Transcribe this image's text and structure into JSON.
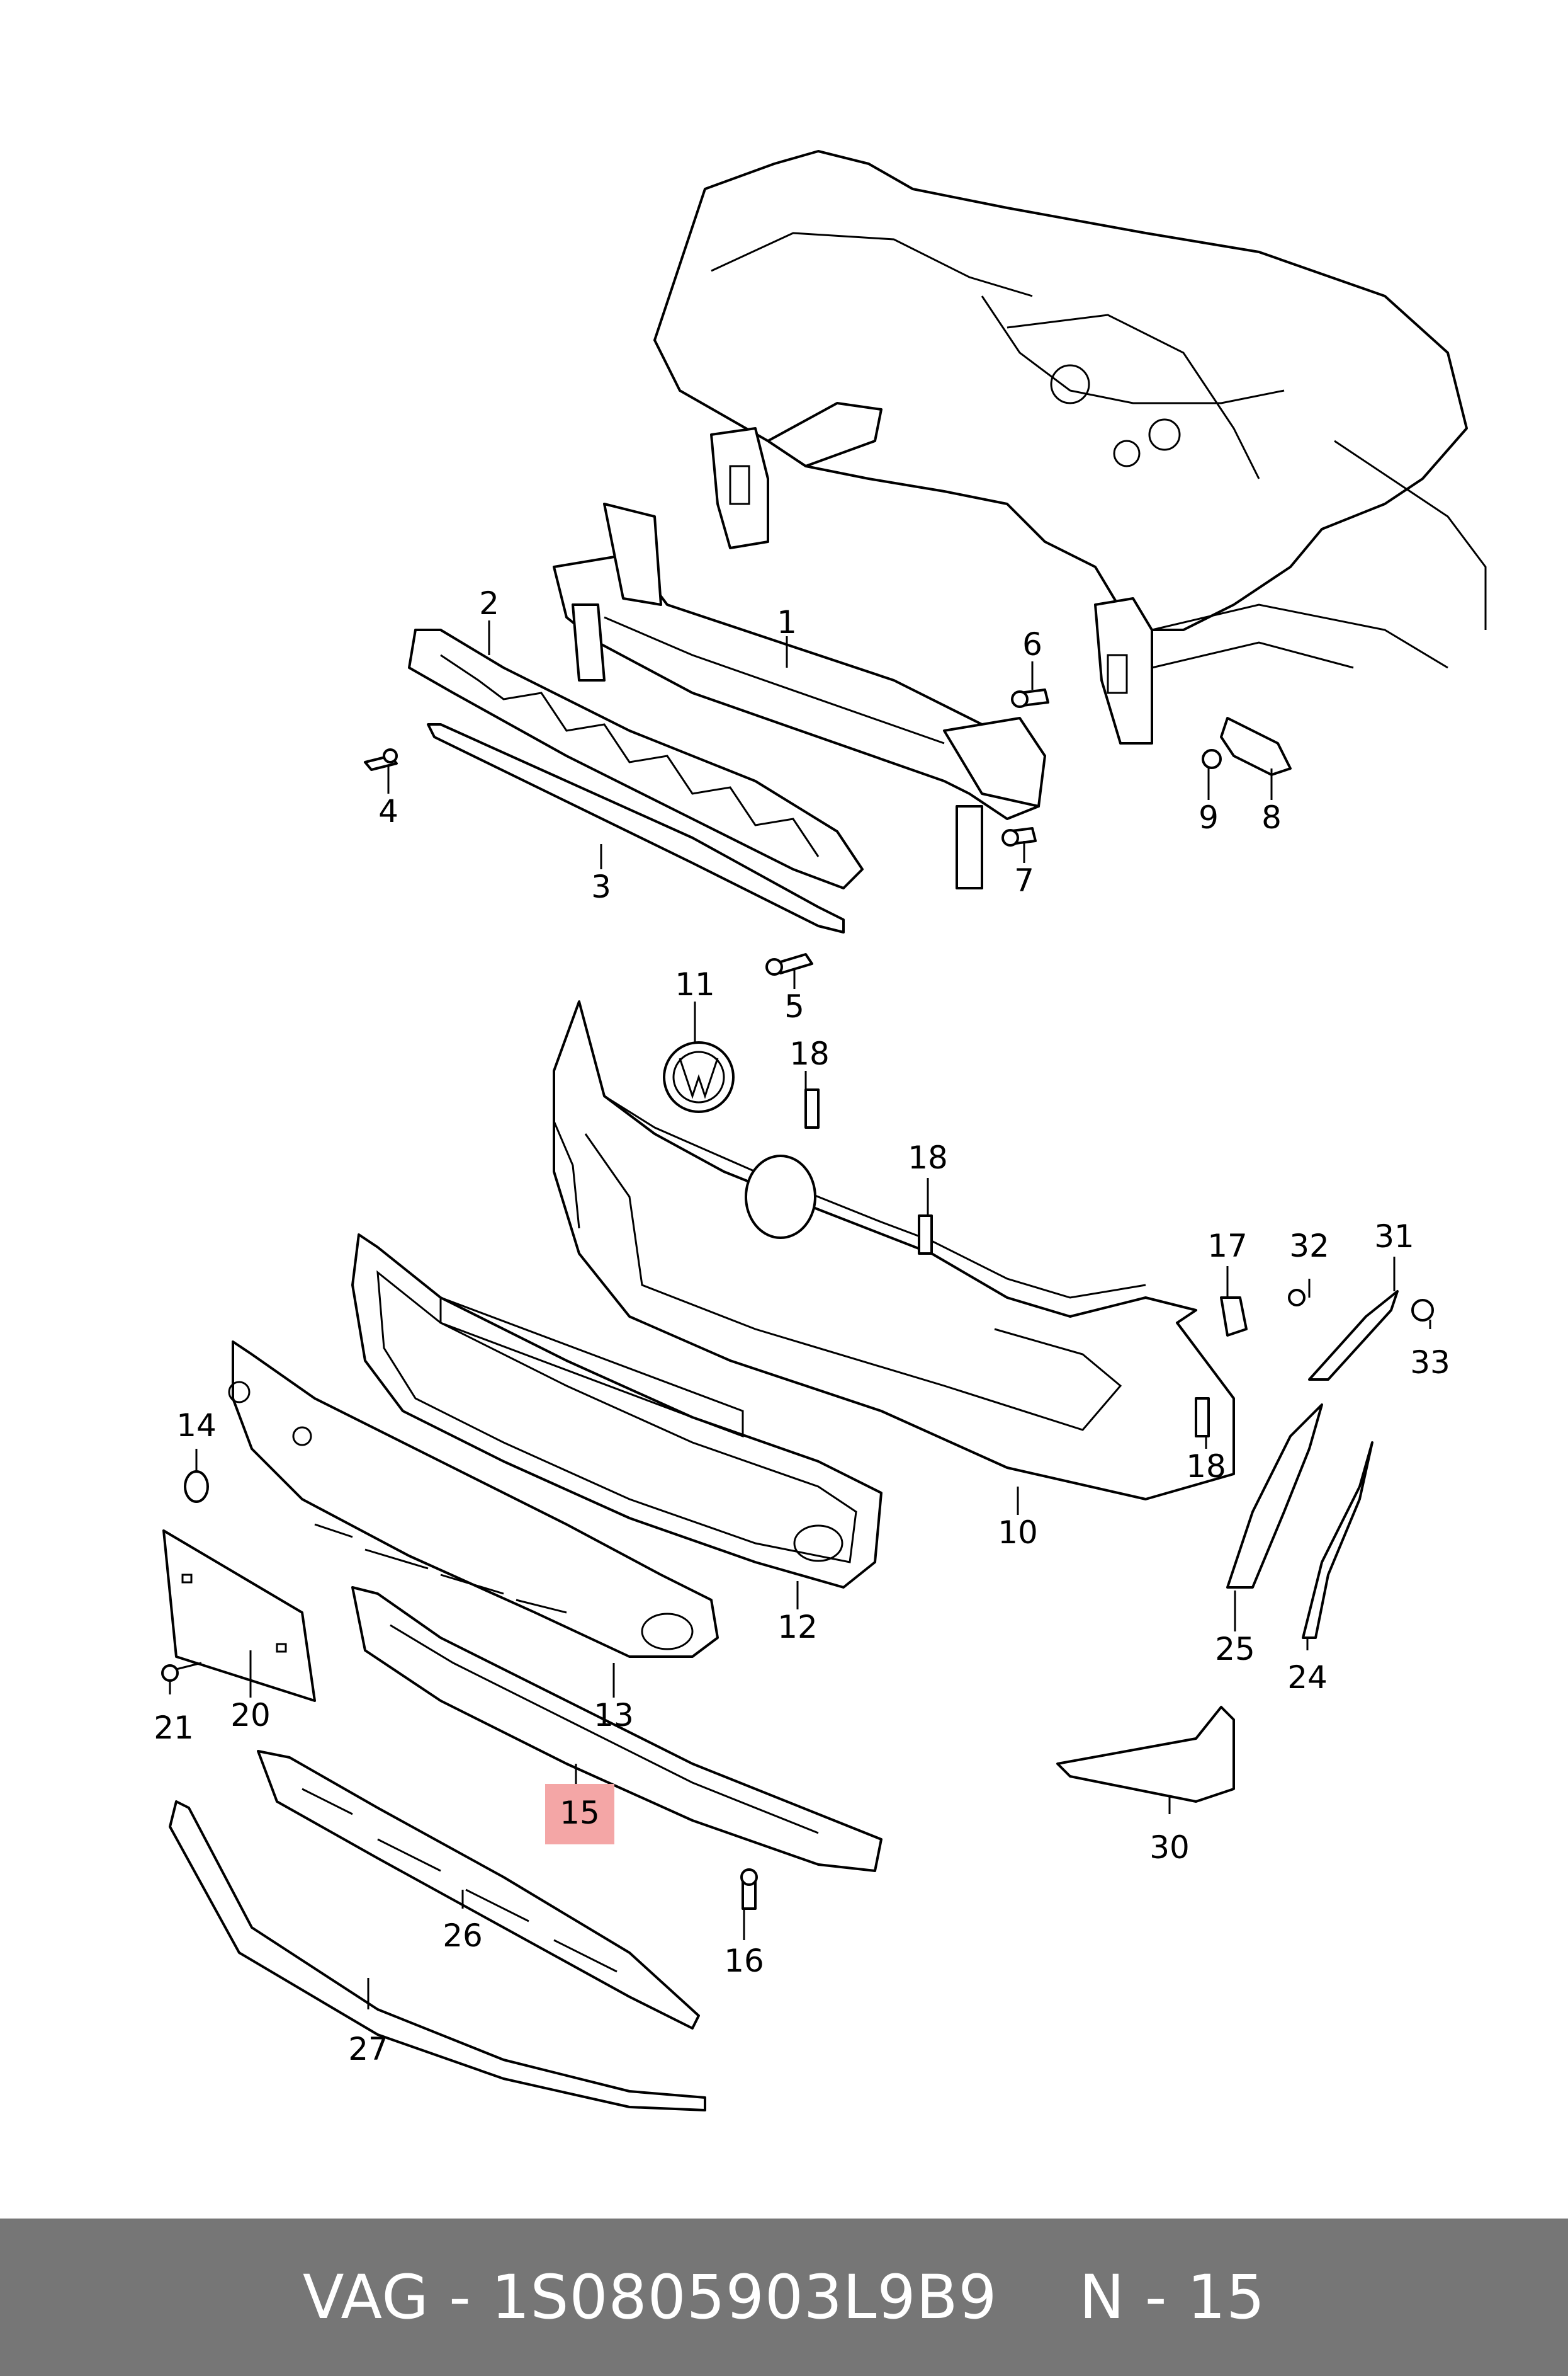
{
  "callouts": [
    "1",
    "2",
    "3",
    "4",
    "5",
    "6",
    "7",
    "8",
    "9",
    "10",
    "11",
    "12",
    "13",
    "14",
    "15",
    "16",
    "17",
    "18",
    "18",
    "18",
    "20",
    "21",
    "24",
    "25",
    "26",
    "27",
    "30",
    "31",
    "32",
    "33"
  ],
  "highlighted_callout": "15",
  "footer": {
    "brand_part": "VAG - 1S0805903L9B9",
    "position": "N - 15"
  },
  "colors": {
    "footer_bg": "#767676",
    "footer_text": "#ffffff",
    "highlight": "#f4a6a6",
    "line": "#000000"
  }
}
